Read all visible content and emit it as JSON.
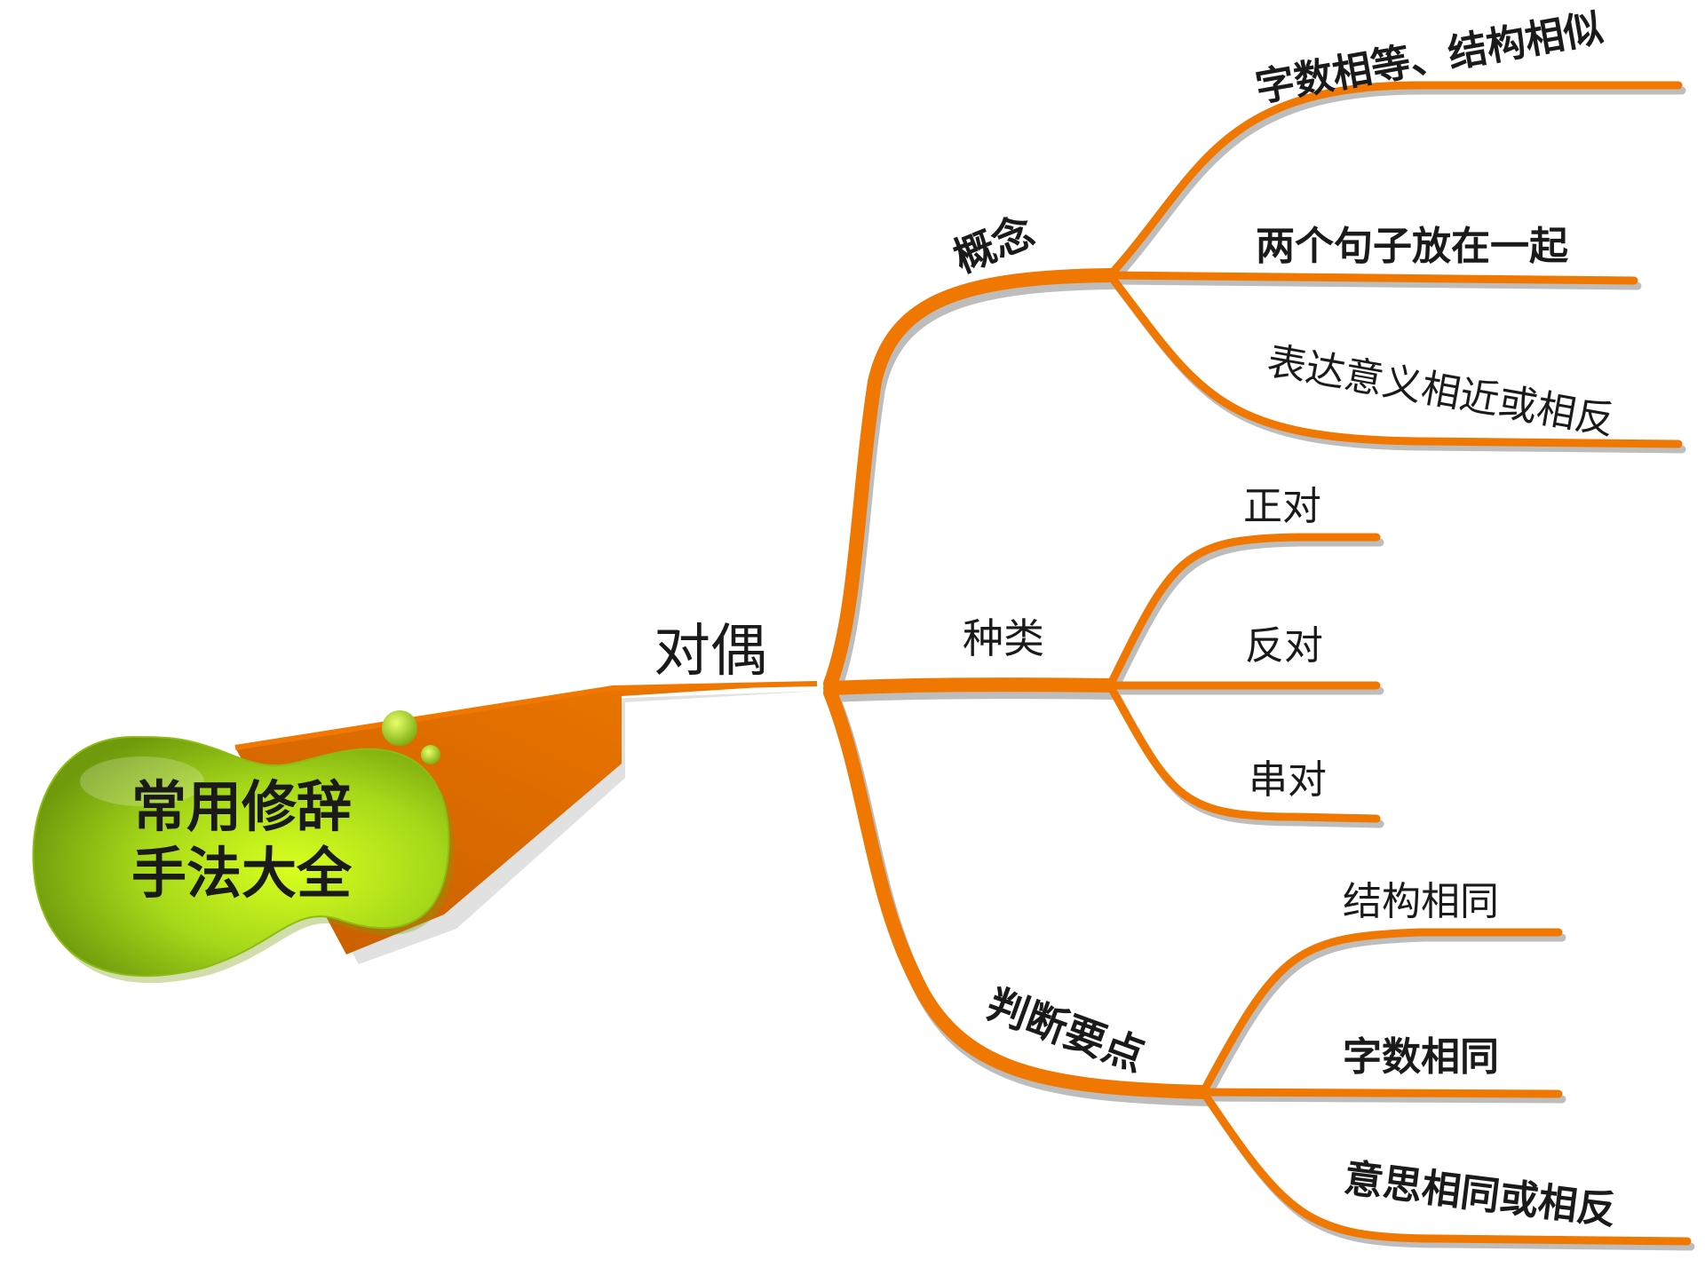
{
  "colors": {
    "branch": "#f07800",
    "branch_dark": "#c85e00",
    "center_topic": "#a6d81a",
    "main_topic_text": "#e0141e",
    "label_text": "#1a1a1a",
    "background": "#ffffff"
  },
  "center": {
    "line1": "常用修辞",
    "line2": "手法大全"
  },
  "main_topic": "对偶",
  "branches": {
    "concept": {
      "label": "概念",
      "items": [
        "字数相等、结构相似",
        "两个句子放在一起",
        "表达意义相近或相反"
      ]
    },
    "types": {
      "label": "种类",
      "items": [
        "正对",
        "反对",
        "串对"
      ]
    },
    "key_points": {
      "label": "判断要点",
      "items": [
        "结构相同",
        "字数相同",
        "意思相同或相反"
      ]
    }
  }
}
